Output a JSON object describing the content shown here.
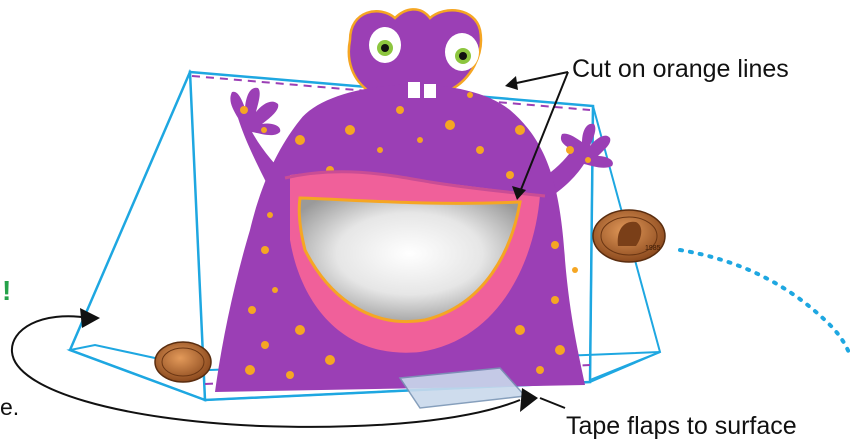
{
  "labels": {
    "cut": "Cut on orange lines",
    "tape": "Tape flaps to surface",
    "partial_left": "e.",
    "exclamation": "!"
  },
  "penny": {
    "year": "1985"
  },
  "colors": {
    "monster_purple": "#9b3fb5",
    "spots": "#f5a623",
    "cut_line": "#f5a623",
    "mouth_pink": "#f0609a",
    "stand_outline": "#1ea7e1",
    "dashed_fold": "#9b3fb5",
    "dotted_path": "#1ea7e1",
    "tape": "#c9d9ec",
    "exclamation": "#25a24a"
  },
  "icons": [
    "penny-icon",
    "tape-piece-icon"
  ]
}
